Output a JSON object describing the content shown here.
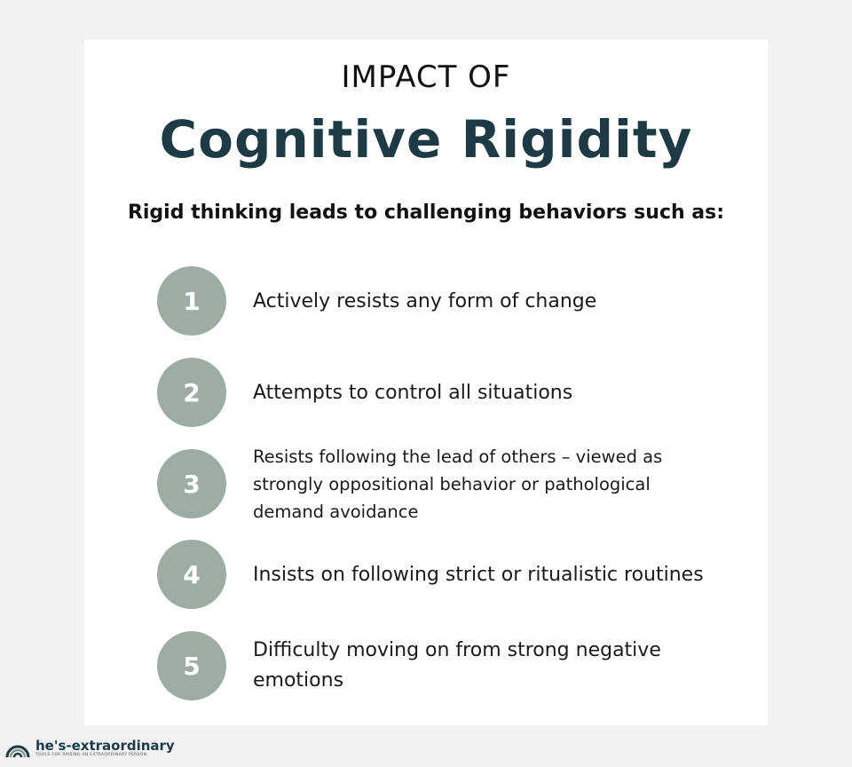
{
  "header": {
    "kicker": "IMPACT OF",
    "title": "Cognitive Rigidity",
    "subtitle": "Rigid thinking leads to challenging behaviors such as:"
  },
  "items": [
    {
      "number": "1",
      "text": "Actively resists any form of change"
    },
    {
      "number": "2",
      "text": "Attempts to control all situations"
    },
    {
      "number": "3",
      "text": "Resists following the lead of others – viewed as strongly oppositional behavior or pathological demand avoidance"
    },
    {
      "number": "4",
      "text": "Insists on following strict or ritualistic routines"
    },
    {
      "number": "5",
      "text": "Difficulty moving on from strong negative emotions"
    }
  ],
  "logo": {
    "brand": "he's-extraordinary",
    "tagline": "TOOLS FOR RAISING AN EXTRAORDINARY PERSON",
    "icon": "rainbow-icon"
  },
  "colors": {
    "background": "#f2f2f2",
    "title": "#1e3a44",
    "circle": "#9eada3"
  }
}
